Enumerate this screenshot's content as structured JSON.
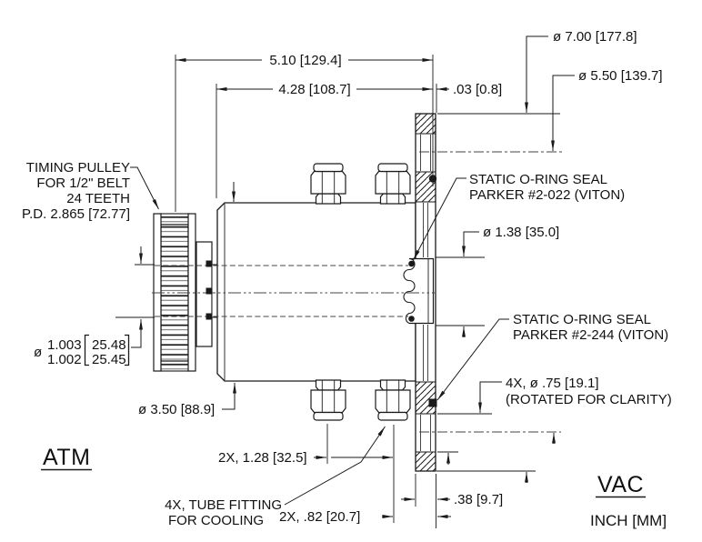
{
  "drawing": {
    "side_labels": {
      "left": "ATM",
      "right": "VAC",
      "units": "INCH [MM]"
    },
    "dimensions": {
      "overall_length": "5.10 [129.4]",
      "body_length": "4.28 [108.7]",
      "face_offset": ".03 [0.8]",
      "flange_od": "ø 7.00 [177.8]",
      "bolt_circle": "ø 5.50 [139.7]",
      "hub_od": "ø 1.38 [35.0]",
      "housing_od": "ø 3.50 [88.9]",
      "fitting_spacing": "2X, 1.28 [32.5]",
      "fitting_offset": "2X, .82 [20.7]",
      "flange_thickness": ".38 [9.7]",
      "bolt_holes_line1": "4X, ø .75 [19.1]",
      "bolt_holes_line2": "(ROTATED FOR CLARITY)",
      "shaft_dia_symbol": "ø",
      "shaft_dia_upper": "1.003",
      "shaft_dia_lower": "1.002",
      "shaft_dia_mm_upper": "25.48",
      "shaft_dia_mm_lower": "25.45"
    },
    "notes": {
      "pulley_line1": "TIMING PULLEY",
      "pulley_line2": "FOR 1/2\" BELT",
      "pulley_line3": "24 TEETH",
      "pulley_line4": "P.D. 2.865 [72.77]",
      "oring_small_line1": "STATIC O-RING SEAL",
      "oring_small_line2": "PARKER #2-022 (VITON)",
      "oring_large_line1": "STATIC O-RING SEAL",
      "oring_large_line2": "PARKER #2-244 (VITON)",
      "cooling_line1": "4X, TUBE FITTING",
      "cooling_line2": "FOR COOLING"
    },
    "colors": {
      "line": "#1a1a1a",
      "background": "#ffffff"
    }
  }
}
